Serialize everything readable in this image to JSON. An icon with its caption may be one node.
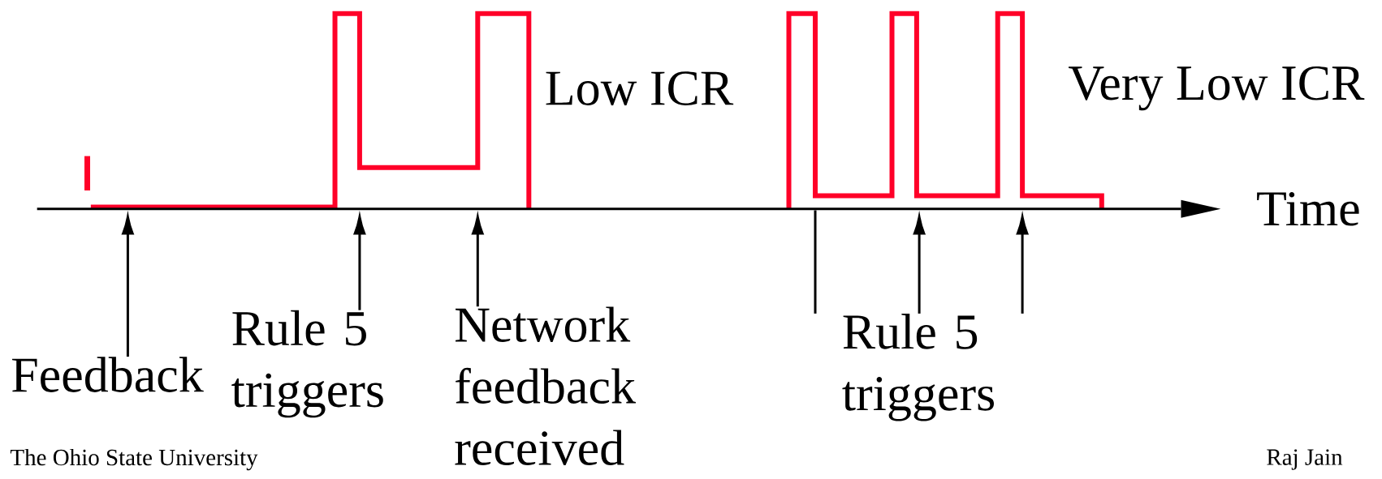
{
  "diagram": {
    "nodes": [
      {
        "text": [
          "Feedback"
        ]
      },
      {
        "text": [
          "Rule 5 triggers"
        ]
      },
      {
        "text": [
          "Network feedback received"
        ]
      },
      {
        "text": [
          "Rule 5 triggers"
        ]
      },
      {
        "text": [],
        "shape": "axis",
        "beside": [
          "Time"
        ]
      }
    ],
    "edges": [
      {
        "from": 0,
        "to": 4,
        "arrow": "to"
      },
      {
        "from": 1,
        "to": 4,
        "arrow": "to"
      },
      {
        "from": 2,
        "to": 4,
        "arrow": "to"
      },
      {
        "from": 3,
        "to": 4,
        "arrow": "none"
      },
      {
        "from": 3,
        "to": 4,
        "arrow": "to"
      },
      {
        "from": 3,
        "to": 4,
        "arrow": "to"
      }
    ],
    "labels": [
      "Low ICR",
      "Very Low ICR",
      "The Ohio State University",
      "Raj Jain"
    ]
  }
}
